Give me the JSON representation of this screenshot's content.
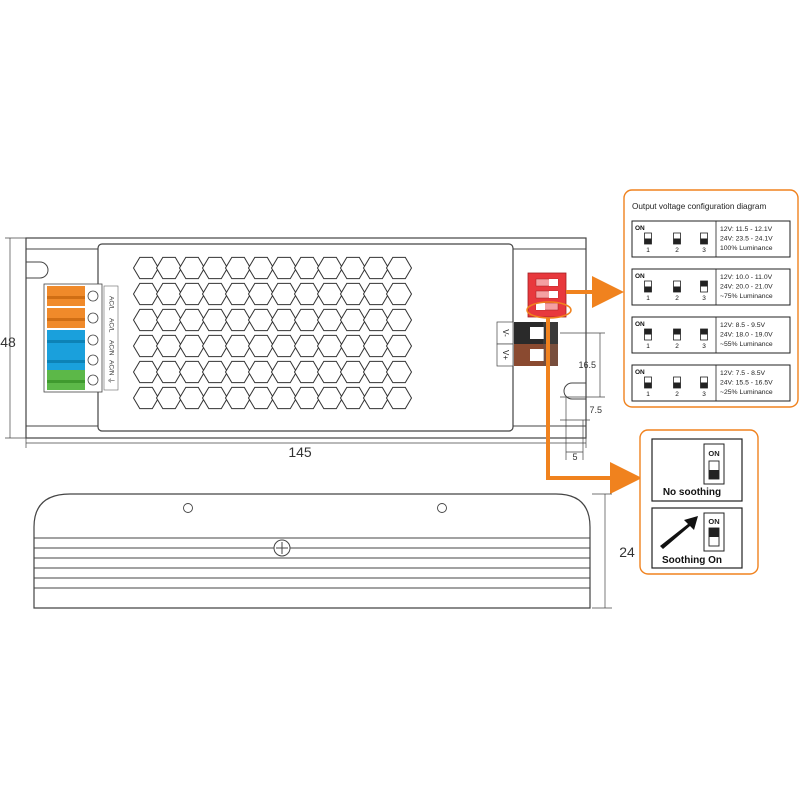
{
  "dimensions": {
    "width": "145",
    "height": "48",
    "depth": "24",
    "v_gap_upper": "16.5",
    "v_gap_lower": "7.5",
    "h_gap": "5"
  },
  "input_terminals": [
    "AC/L",
    "AC/L",
    "AC/N",
    "AC/N",
    "⏚"
  ],
  "output_terminals": {
    "negative": "V-",
    "positive": "V+"
  },
  "config_panel": {
    "title": "Output voltage configuration diagram",
    "rows": [
      {
        "lines": [
          "12V:   11.5 - 12.1V",
          "24V:   23.5 - 24.1V",
          "100%  Luminance"
        ],
        "switch_up": [
          false,
          false,
          false
        ]
      },
      {
        "lines": [
          "12V:   10.0 - 11.0V",
          "24V:   20.0 - 21.0V",
          "~75%  Luminance"
        ],
        "switch_up": [
          false,
          false,
          true
        ]
      },
      {
        "lines": [
          "12V:    8.5 -  9.5V",
          "24V:   18.0 - 19.0V",
          "~55%  Luminance"
        ],
        "switch_up": [
          true,
          true,
          true
        ]
      },
      {
        "lines": [
          "12V:    7.5 -  8.5V",
          "24V:   15.5 - 16.5V",
          "~25%  Luminance"
        ],
        "switch_up": [
          false,
          false,
          false
        ]
      }
    ],
    "on_label": "ON",
    "position_labels": [
      "1",
      "2",
      "3"
    ]
  },
  "soothing_panel": {
    "off": {
      "label": "No soothing",
      "switch_label": "ON"
    },
    "on": {
      "label": "Soothing On",
      "switch_label": "ON"
    }
  },
  "colors": {
    "accent": "#f0821e",
    "terminal_orange": "#f08a2a",
    "terminal_blue": "#1aa0dc",
    "terminal_green": "#5cb848",
    "dip_red": "#e8383d",
    "out_black": "#2a2a2a",
    "out_brown": "#8a4a30"
  }
}
